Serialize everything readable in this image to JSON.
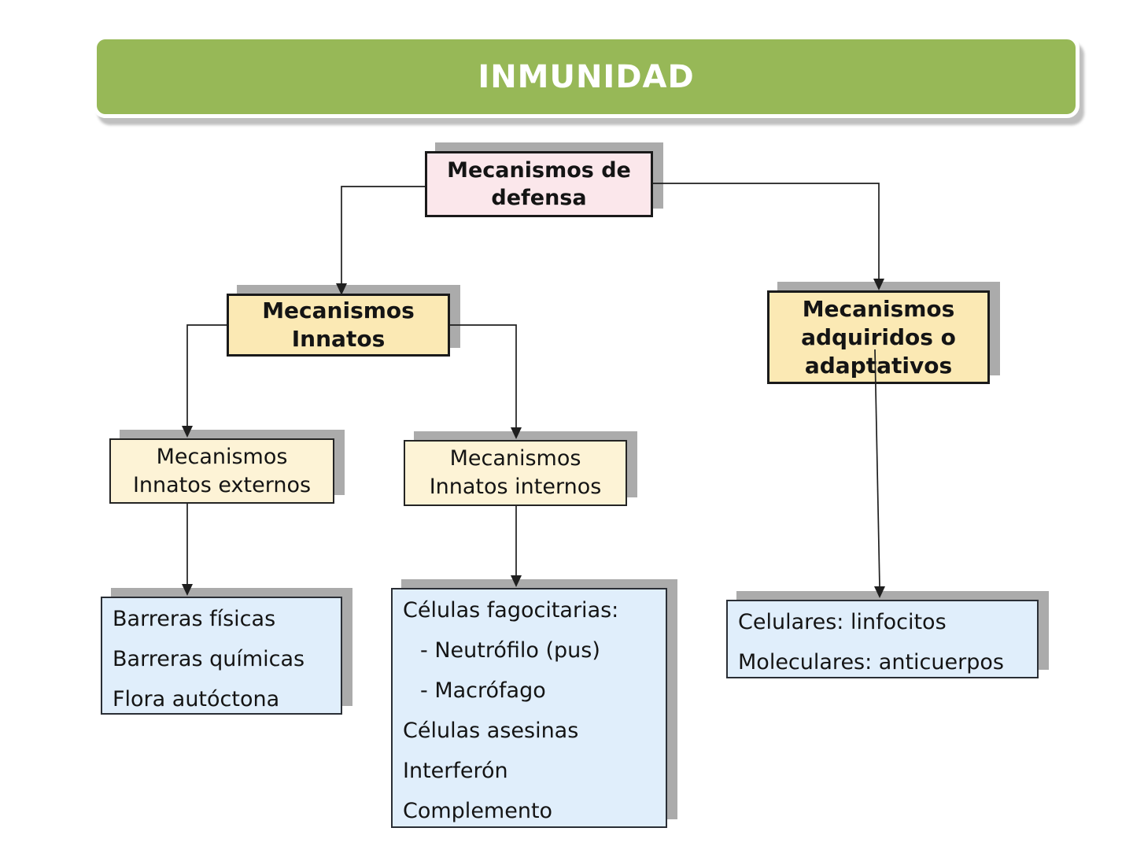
{
  "title_banner": {
    "text": "INMUNIDAD"
  },
  "diagram": {
    "root": {
      "lines": [
        "Mecanismos de",
        "defensa"
      ]
    },
    "innate": {
      "lines": [
        "Mecanismos",
        "Innatos"
      ]
    },
    "adaptive": {
      "lines": [
        "Mecanismos",
        "adquiridos o",
        "adaptativos"
      ]
    },
    "innate_external": {
      "lines": [
        "Mecanismos",
        "Innatos externos"
      ]
    },
    "innate_internal": {
      "lines": [
        "Mecanismos",
        "Innatos internos"
      ]
    },
    "external_list": {
      "items": [
        "Barreras físicas",
        "Barreras químicas",
        "Flora autóctona"
      ]
    },
    "internal_list": {
      "items": [
        "Células fagocitarias:",
        "- Neutrófilo (pus)",
        "- Macrófago",
        "Células asesinas",
        "Interferón",
        "Complemento"
      ]
    },
    "adaptive_list": {
      "items": [
        "Celulares: linfocitos",
        "Moleculares: anticuerpos"
      ]
    }
  },
  "colors": {
    "banner_green": "#97b857",
    "node_pink": "#fbe7eb",
    "node_yellow": "#fbe9b4",
    "node_cream": "#fdf3d6",
    "node_blue": "#e0eefb",
    "shadow_gray": "#ababab",
    "line_black": "#1f1f1f"
  }
}
